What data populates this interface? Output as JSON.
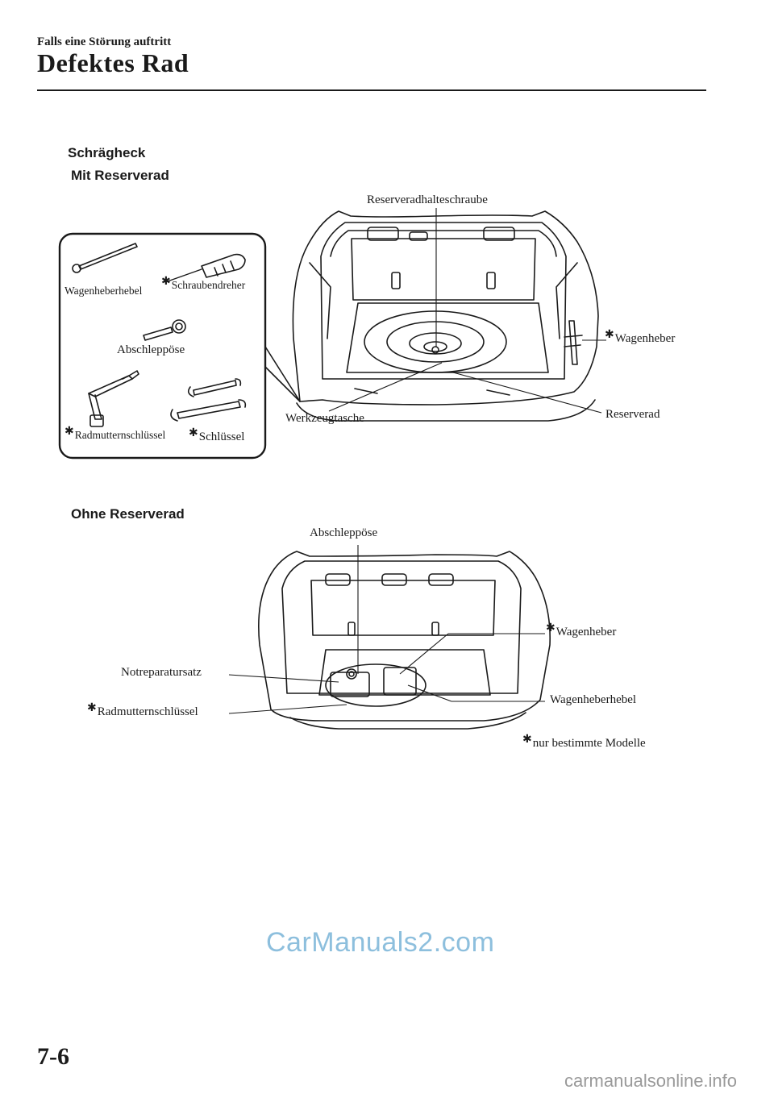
{
  "header": {
    "section_title": "Falls eine Störung auftritt",
    "page_title": "Defektes Rad"
  },
  "figure_with_spare": {
    "heading": "Schrägheck",
    "subheading": "Mit Reserverad",
    "tools": {
      "jack_handle": "Wagenheberhebel",
      "screwdriver": "Schraubendreher",
      "tow_eye": "Abschleppöse",
      "lug_wrench": "Radmutternschlüssel",
      "spanner": "Schlüssel"
    },
    "callouts": {
      "spare_tire_bolt": "Reserveradhalteschraube",
      "jack": "Wagenheber",
      "tool_bag": "Werkzeugtasche",
      "spare_tire": "Reserverad"
    }
  },
  "figure_without_spare": {
    "subheading": "Ohne Reserverad",
    "callouts": {
      "tow_eye": "Abschleppöse",
      "jack": "Wagenheber",
      "repair_kit": "Notreparatursatz",
      "jack_handle": "Wagenheberhebel",
      "lug_wrench": "Radmutternschlüssel"
    },
    "footnote": "nur bestimmte Modelle"
  },
  "star_symbol": "✱",
  "watermark": "CarManuals2.com",
  "footer": {
    "page_number": "7-6",
    "site_watermark": "carmanualsonline.info"
  }
}
